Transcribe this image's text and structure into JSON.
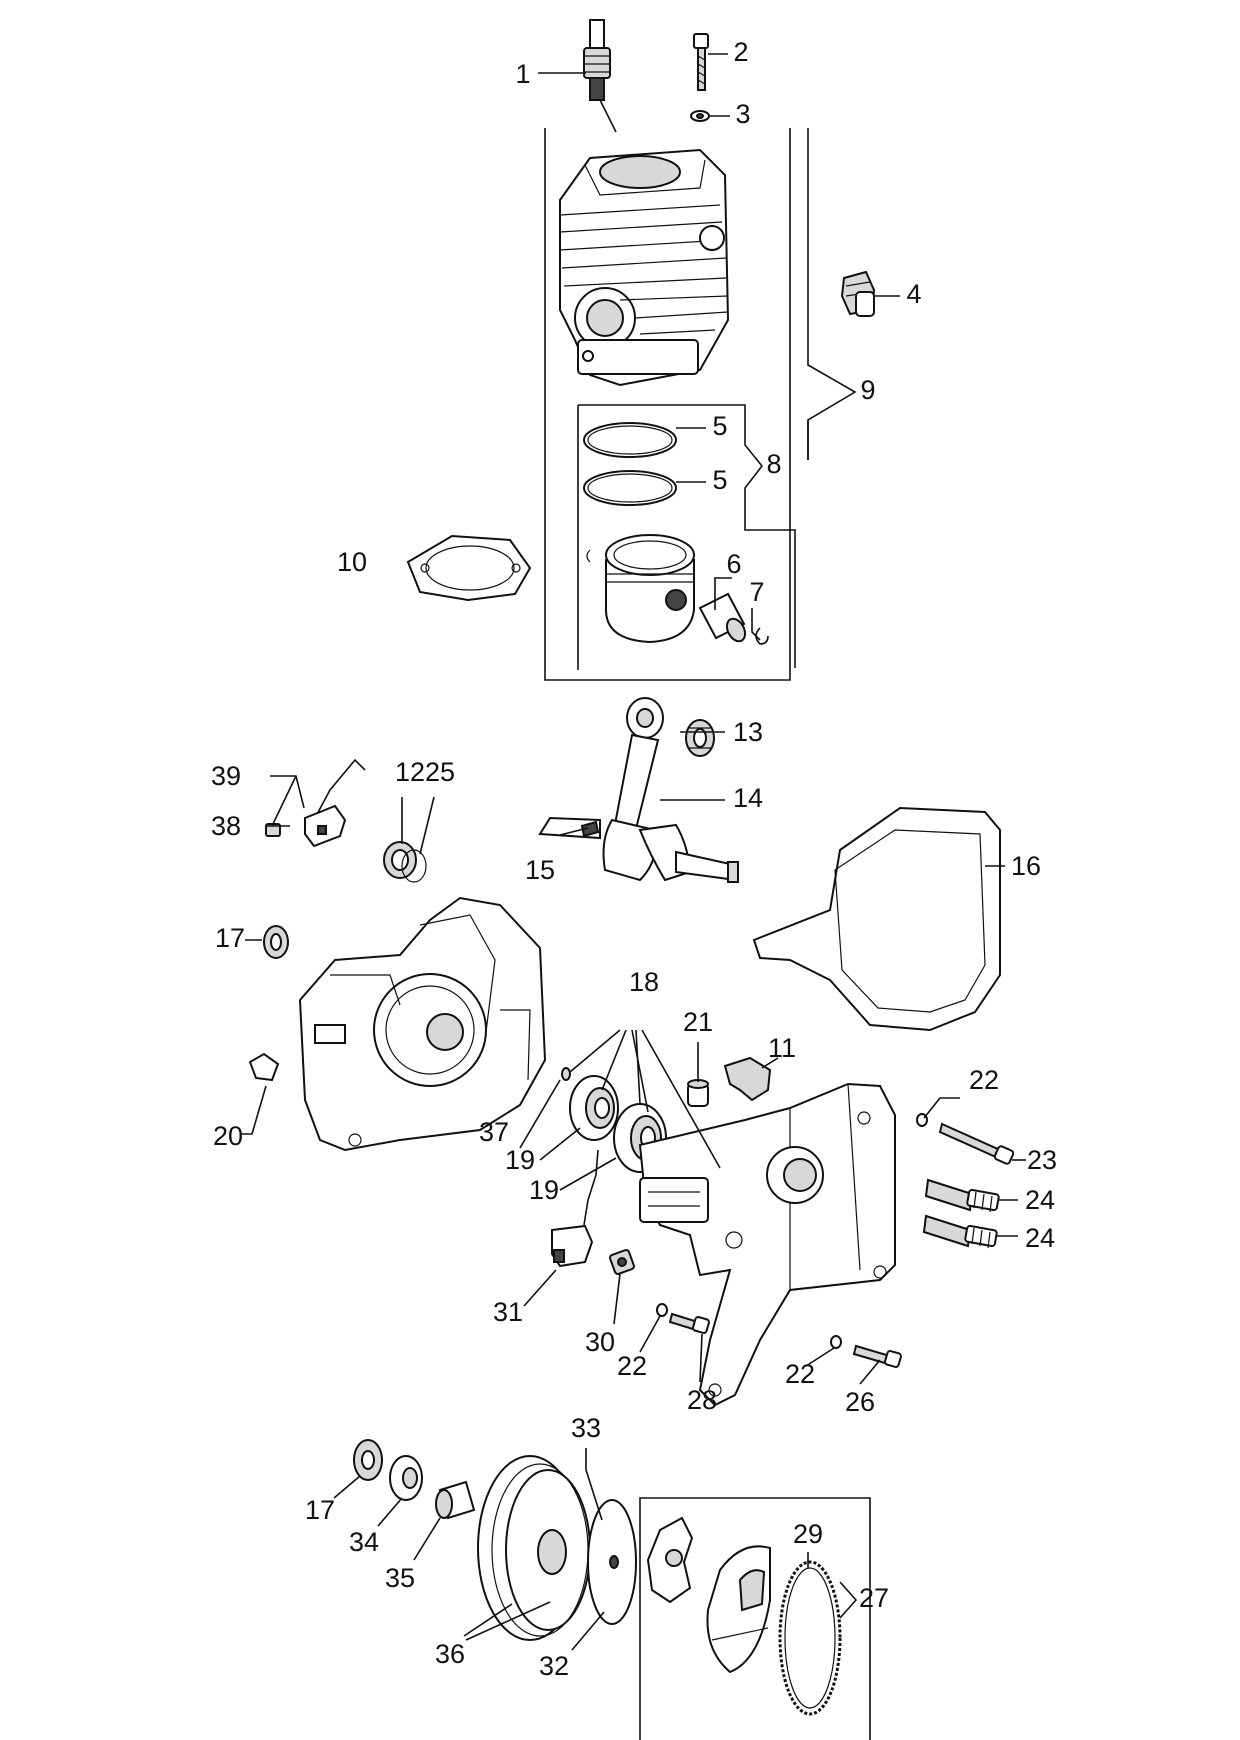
{
  "diagram": {
    "type": "exploded-parts-diagram",
    "callouts": [
      {
        "id": "c1",
        "label": "1"
      },
      {
        "id": "c2",
        "label": "2"
      },
      {
        "id": "c3",
        "label": "3"
      },
      {
        "id": "c4",
        "label": "4"
      },
      {
        "id": "c5a",
        "label": "5"
      },
      {
        "id": "c5b",
        "label": "5"
      },
      {
        "id": "c6",
        "label": "6"
      },
      {
        "id": "c7",
        "label": "7"
      },
      {
        "id": "c8",
        "label": "8"
      },
      {
        "id": "c9",
        "label": "9"
      },
      {
        "id": "c10",
        "label": "10"
      },
      {
        "id": "c11",
        "label": "11"
      },
      {
        "id": "c12",
        "label": "12"
      },
      {
        "id": "c13",
        "label": "13"
      },
      {
        "id": "c14",
        "label": "14"
      },
      {
        "id": "c15",
        "label": "15"
      },
      {
        "id": "c16",
        "label": "16"
      },
      {
        "id": "c17a",
        "label": "17"
      },
      {
        "id": "c17b",
        "label": "17"
      },
      {
        "id": "c18",
        "label": "18"
      },
      {
        "id": "c19a",
        "label": "19"
      },
      {
        "id": "c19b",
        "label": "19"
      },
      {
        "id": "c20",
        "label": "20"
      },
      {
        "id": "c21",
        "label": "21"
      },
      {
        "id": "c22a",
        "label": "22"
      },
      {
        "id": "c22b",
        "label": "22"
      },
      {
        "id": "c22c",
        "label": "22"
      },
      {
        "id": "c23",
        "label": "23"
      },
      {
        "id": "c24a",
        "label": "24"
      },
      {
        "id": "c24b",
        "label": "24"
      },
      {
        "id": "c25",
        "label": "25"
      },
      {
        "id": "c26",
        "label": "26"
      },
      {
        "id": "c27",
        "label": "27"
      },
      {
        "id": "c28",
        "label": "28"
      },
      {
        "id": "c29",
        "label": "29"
      },
      {
        "id": "c30",
        "label": "30"
      },
      {
        "id": "c31",
        "label": "31"
      },
      {
        "id": "c32",
        "label": "32"
      },
      {
        "id": "c33",
        "label": "33"
      },
      {
        "id": "c34",
        "label": "34"
      },
      {
        "id": "c35",
        "label": "35"
      },
      {
        "id": "c36",
        "label": "36"
      },
      {
        "id": "c37",
        "label": "37"
      },
      {
        "id": "c38",
        "label": "38"
      },
      {
        "id": "c39",
        "label": "39"
      }
    ]
  }
}
